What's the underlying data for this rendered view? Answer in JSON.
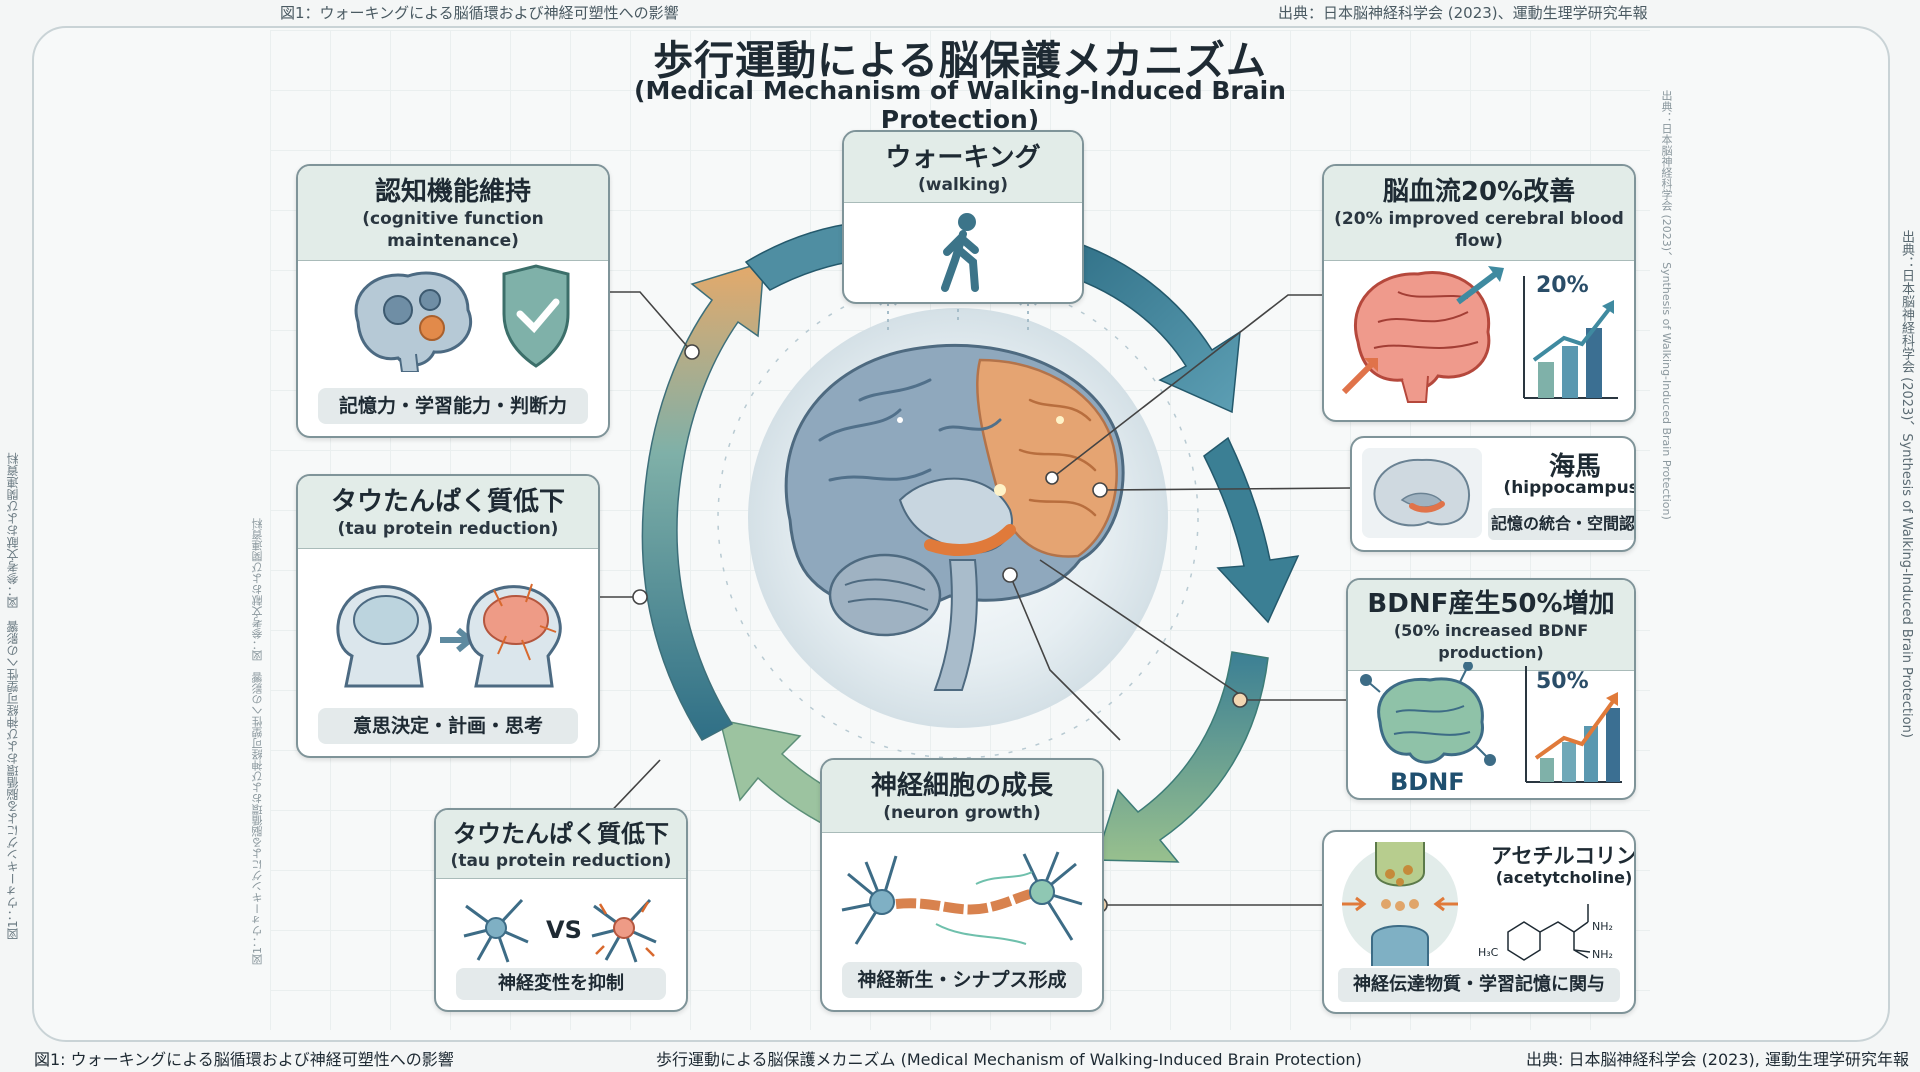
{
  "captions": {
    "top_left": "図1：ウォーキングによる脳循環および神経可塑性への影響",
    "top_right": "出典：日本脳神経科学会 (2023)、運動生理学研究年報",
    "bottom_left": "図1: ウォーキングによる脳循環および神経可塑性への影響",
    "bottom_center": "歩行運動による脳保護メカニズム (Medical Mechanism of Walking-Induced Brain Protection)",
    "bottom_right": "出典: 日本脳神経科学会 (2023), 運動生理学研究年報",
    "vertical_left": "図1：ウォーキングによる脳循環および神経可塑性への影響　図：参考文献および関連資料",
    "vertical_right": "出典：日本脳神経科学会 (2023)、Synthesis of Walking-Induced Brain Protection)"
  },
  "title": {
    "jp": "歩行運動による脳保護メカニズム",
    "en": "(Medical Mechanism of Walking-Induced Brain Protection)"
  },
  "nodes": {
    "walking": {
      "jp": "ウォーキング",
      "en": "(walking)"
    },
    "cognitive": {
      "jp": "認知機能維持",
      "en": "(cognitive function maintenance)",
      "footer": "記憶力・学習能力・判断力"
    },
    "blood_flow": {
      "jp": "脳血流20%改善",
      "en": "(20% improved cerebral blood flow)",
      "stat": "20%"
    },
    "hippocampus": {
      "jp": "海馬",
      "en": "(hippocampus)",
      "footer": "記憶の統合・空間認識"
    },
    "bdnf": {
      "jp": "BDNF産生50%増加",
      "en": "(50% increased BDNF production)",
      "stat": "50%",
      "label": "BDNF"
    },
    "acetylcholine": {
      "jp": "アセチルコリン",
      "en": "(acetytcholine)",
      "footer": "神経伝達物質・学習記憶に関与"
    },
    "neuron": {
      "jp": "神経細胞の成長",
      "en": "(neuron growth)",
      "footer": "神経新生・シナプス形成"
    },
    "tau_bottom": {
      "jp": "タウたんぱく質低下",
      "en": "(tau protein reduction)",
      "vs": "VS",
      "footer": "神経変性を抑制"
    },
    "tau_left": {
      "jp": "タウたんぱく質低下",
      "en": "(tau protein reduction)",
      "footer": "意思決定・計画・思考"
    }
  },
  "chem_labels": [
    "NH₂",
    "NH₂",
    "H₃C"
  ],
  "colors": {
    "arrow_teal": "#3b7f94",
    "arrow_green": "#8fb98c",
    "arrow_orange": "#e0a56a",
    "card_head": "#e2ece8",
    "brain_orange": "#e98a4a"
  }
}
